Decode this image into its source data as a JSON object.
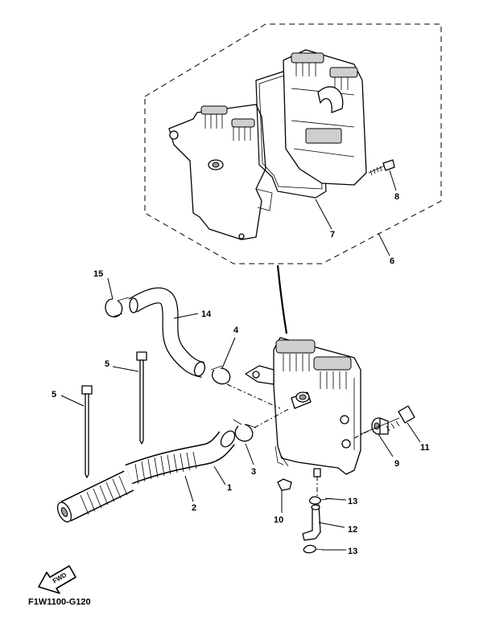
{
  "diagram_code": "F1W1100-G120",
  "fwd_label": "FWD",
  "callouts": [
    "1",
    "2",
    "3",
    "4",
    "5",
    "5",
    "6",
    "7",
    "8",
    "9",
    "10",
    "11",
    "12",
    "13",
    "13",
    "14",
    "15"
  ]
}
